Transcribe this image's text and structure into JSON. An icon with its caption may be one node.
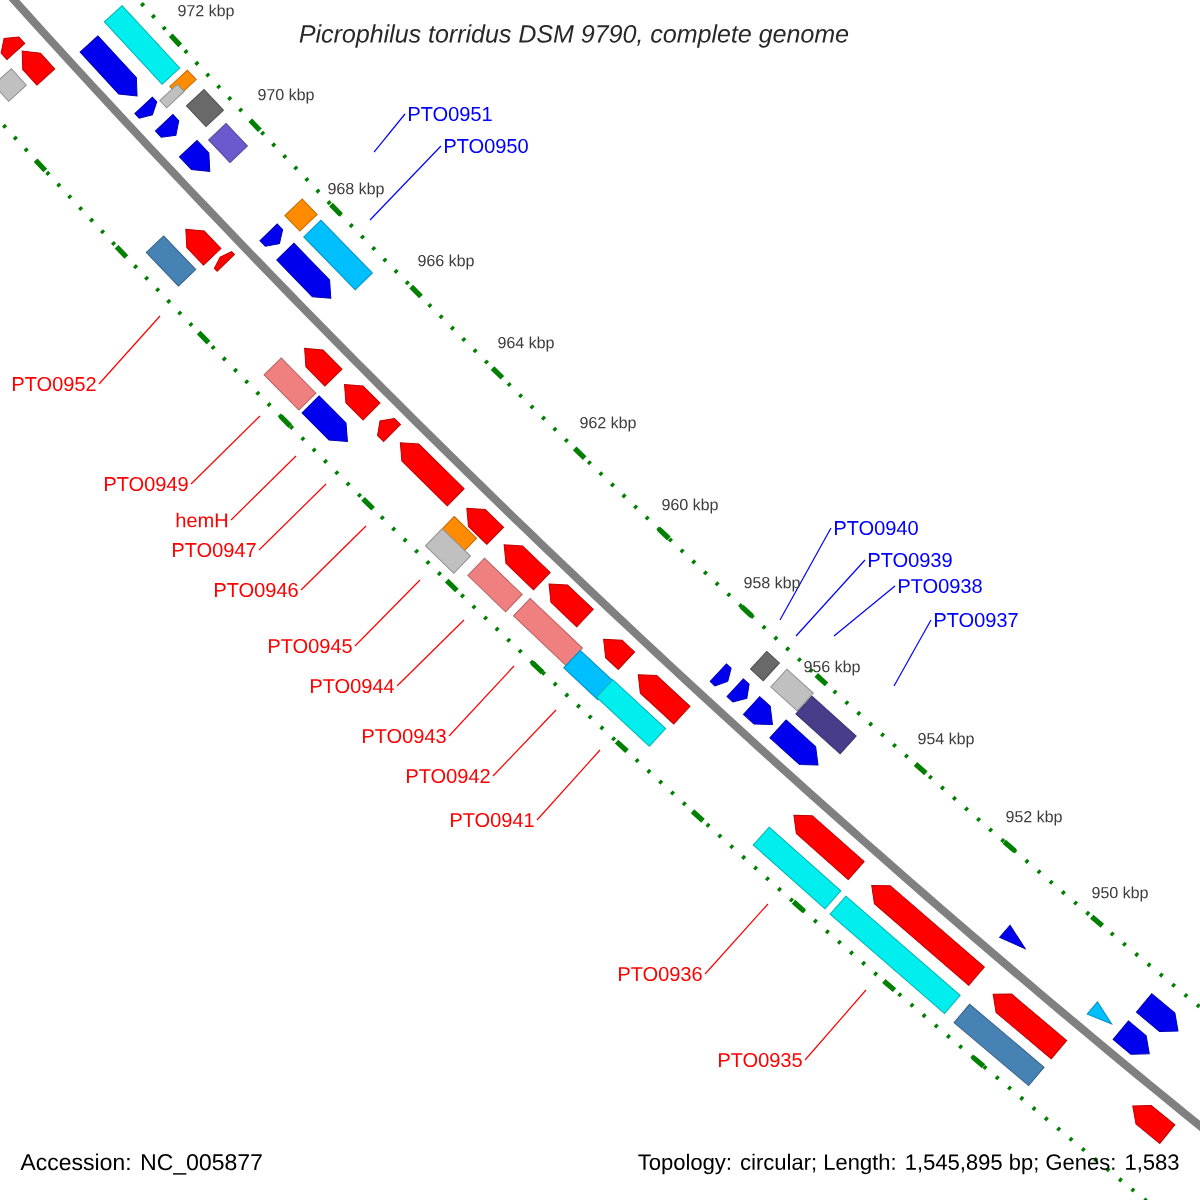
{
  "diagram": {
    "title": "Picrophilus torridus DSM 9790, complete genome",
    "nodes": [
      {
        "text": [
          "PTO0951"
        ]
      },
      {
        "text": [
          "PTO0950"
        ]
      },
      {
        "text": [
          "PTO0952"
        ]
      },
      {
        "text": [
          "PTO0949"
        ]
      },
      {
        "text": [
          "hemH"
        ]
      },
      {
        "text": [
          "PTO0940"
        ]
      },
      {
        "text": [
          "PTO0947"
        ]
      },
      {
        "text": [
          "PTO0939"
        ]
      },
      {
        "text": [
          "PTO0938"
        ]
      },
      {
        "text": [
          "PTO0946"
        ]
      },
      {
        "text": [
          "PTO0937"
        ]
      },
      {
        "text": [
          "PTO0945"
        ]
      },
      {
        "text": [
          "PTO0944"
        ]
      },
      {
        "text": [
          "PTO0943"
        ]
      },
      {
        "text": [
          "PTO0942"
        ]
      },
      {
        "text": [
          "PTO0941"
        ]
      },
      {
        "text": [
          "PTO0936"
        ]
      },
      {
        "text": [
          "PTO0935"
        ]
      }
    ],
    "edges": [
      {
        "from": 0,
        "to": null,
        "arrow": "none",
        "color": "#0000ff"
      },
      {
        "from": 1,
        "to": null,
        "arrow": "none",
        "color": "#0000ff"
      },
      {
        "from": 2,
        "to": null,
        "arrow": "none"
      },
      {
        "from": 3,
        "to": null,
        "arrow": "none"
      },
      {
        "from": 4,
        "to": null,
        "arrow": "none"
      },
      {
        "from": 5,
        "to": null,
        "arrow": "none",
        "color": "#0000ff"
      },
      {
        "from": 6,
        "to": null,
        "arrow": "none"
      },
      {
        "from": 7,
        "to": null,
        "arrow": "none",
        "color": "#0000ff"
      },
      {
        "from": 8,
        "to": null,
        "arrow": "none",
        "color": "#0000ff"
      },
      {
        "from": 9,
        "to": null,
        "arrow": "none"
      },
      {
        "from": 10,
        "to": null,
        "arrow": "none",
        "color": "#0000ff"
      },
      {
        "from": 11,
        "to": null,
        "arrow": "none"
      },
      {
        "from": 12,
        "to": null,
        "arrow": "none"
      },
      {
        "from": 13,
        "to": null,
        "arrow": "none"
      },
      {
        "from": 14,
        "to": null,
        "arrow": "none"
      },
      {
        "from": 15,
        "to": null,
        "arrow": "none"
      },
      {
        "from": 16,
        "to": null,
        "arrow": "none"
      },
      {
        "from": 17,
        "to": null,
        "arrow": "none"
      }
    ],
    "labels": [
      "972 kbp",
      "970 kbp",
      "968 kbp",
      "966 kbp",
      "964 kbp",
      "962 kbp",
      "960 kbp",
      "958 kbp",
      "956 kbp",
      "954 kbp",
      "952 kbp",
      "950 kbp",
      "Accession: NC_005877",
      "Topology: circular; Length: 1,545,895 bp; Genes: 1,583"
    ]
  }
}
